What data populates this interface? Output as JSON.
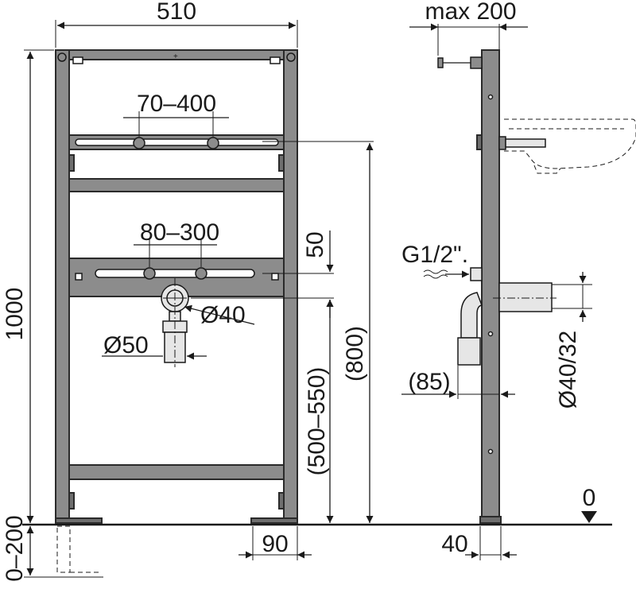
{
  "front_view": {
    "width_label": "510",
    "height_label": "1000",
    "adjust_label": "0–200",
    "fixing_range_label": "70–400",
    "supply_spacing_label": "80–300",
    "offset_label": "50",
    "drain_label": "Ø40",
    "outlet_label": "Ø50",
    "outlet_height_label": "(500–550)",
    "supply_height_label": "(800)",
    "foot_label": "90"
  },
  "side_view": {
    "max_label": "max 200",
    "thread_label": "G1/2\".",
    "depth_label": "(85)",
    "pipe_label": "Ø40/32",
    "frame_depth_label": "40",
    "floor_label": "0"
  },
  "colors": {
    "frame": "#8c8c8c",
    "line": "#1a1a1a",
    "background": "#ffffff"
  }
}
